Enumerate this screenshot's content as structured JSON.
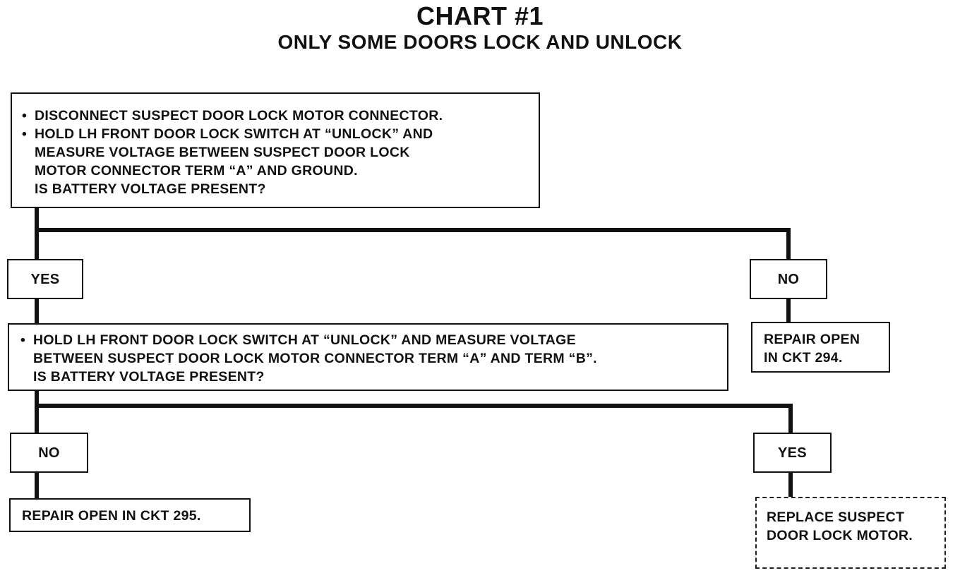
{
  "title": "CHART #1",
  "subtitle": "ONLY SOME DOORS LOCK AND UNLOCK",
  "bullet_glyph": "•",
  "step1": {
    "bullets": [
      [
        "DISCONNECT SUSPECT DOOR LOCK MOTOR CONNECTOR."
      ],
      [
        "HOLD LH FRONT DOOR LOCK SWITCH AT “UNLOCK” AND",
        "MEASURE VOLTAGE BETWEEN SUSPECT DOOR LOCK",
        "MOTOR CONNECTOR TERM “A” AND GROUND."
      ]
    ],
    "question": "IS BATTERY VOLTAGE PRESENT?"
  },
  "step1_yes_label": "YES",
  "step1_no_label": "NO",
  "step1_no_result": [
    "REPAIR OPEN",
    "IN CKT 294."
  ],
  "step2": {
    "bullets": [
      [
        "HOLD LH FRONT DOOR LOCK SWITCH AT “UNLOCK” AND MEASURE VOLTAGE",
        "BETWEEN SUSPECT DOOR LOCK MOTOR CONNECTOR TERM “A” AND TERM “B”."
      ]
    ],
    "question": "IS BATTERY VOLTAGE PRESENT?"
  },
  "step2_no_label": "NO",
  "step2_yes_label": "YES",
  "step2_no_result": "REPAIR OPEN IN CKT 295.",
  "step2_yes_result": [
    "REPLACE SUSPECT",
    "DOOR LOCK MOTOR."
  ]
}
